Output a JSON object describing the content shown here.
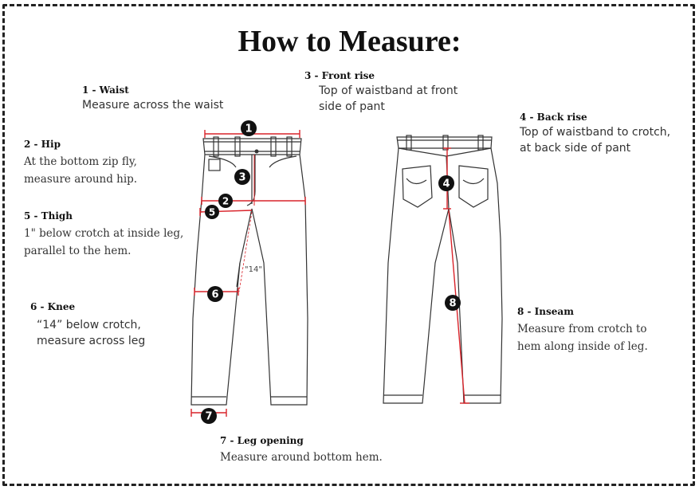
{
  "title": "How to Measure:",
  "measurements": [
    {
      "number": "1",
      "label": "1 - Waist",
      "description": "Measure across the waist"
    },
    {
      "number": "2",
      "label": "2 - Hip",
      "description": "At the bottom zip fly, measure around hip."
    },
    {
      "number": "3",
      "label": "3 - Front rise",
      "description": "Top of waistband at front side of pant"
    },
    {
      "number": "4",
      "label": "4 - Back rise",
      "description": "Top of waistband to crotch, at back side of pant"
    },
    {
      "number": "5",
      "label": "5 - Thigh",
      "description": "1\" below crotch at inside leg, parallel to the hem."
    },
    {
      "number": "6",
      "label": "6 - Knee",
      "description": "“14” below crotch, measure across leg"
    },
    {
      "number": "7",
      "label": "7 - Leg opening",
      "description": "Measure around bottom hem."
    },
    {
      "number": "8",
      "label": "8 - Inseam",
      "description": "Measure from crotch to hem along inside of leg."
    }
  ],
  "inseam_marker": "\"14\"",
  "colors": {
    "measure_line": "#d9232a",
    "badge": "#111111",
    "outline": "#333333"
  }
}
